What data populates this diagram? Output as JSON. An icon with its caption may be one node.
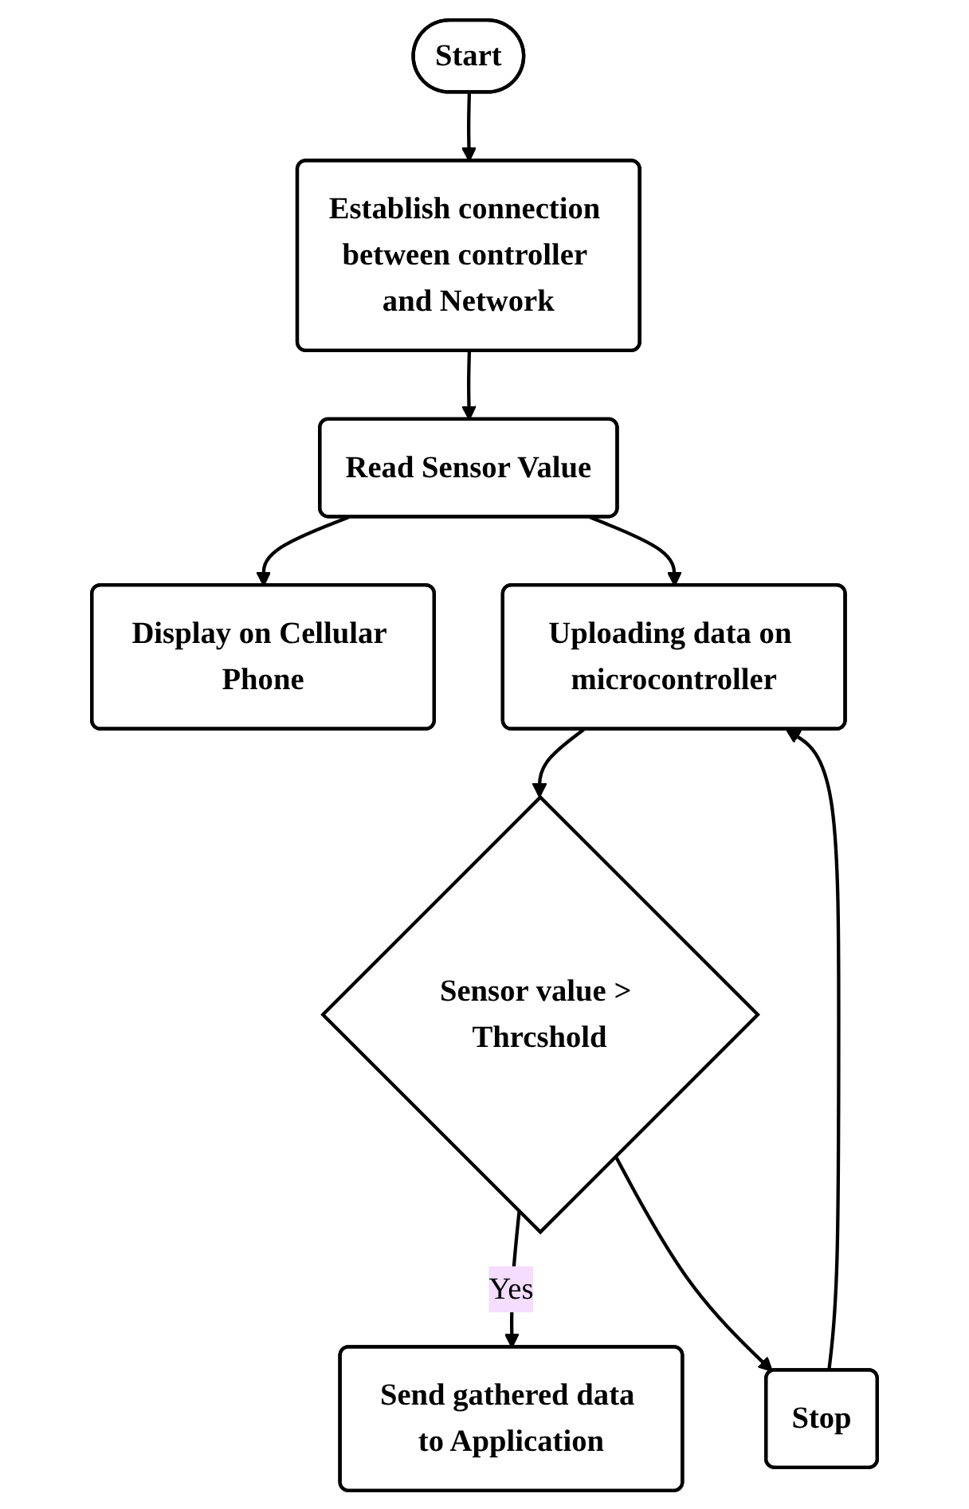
{
  "diagram": {
    "nodes": [
      {
        "text": [
          "Start"
        ]
      },
      {
        "text": [
          "Establish connection between controller and Network"
        ]
      },
      {
        "text": [
          "Read Sensor Value"
        ]
      },
      {
        "text": [
          "Display on Cellular Phone"
        ]
      },
      {
        "text": [
          "Uploading data on microcontroller"
        ]
      },
      {
        "text": [
          "Sensor value > Thrcshold"
        ]
      },
      {
        "text": [
          "Send gathered data to Application"
        ]
      },
      {
        "text": [
          "Stop"
        ]
      }
    ],
    "edges": [
      {
        "from": 0,
        "to": 1,
        "arrow": "to"
      },
      {
        "from": 1,
        "to": 2,
        "arrow": "to"
      },
      {
        "from": 2,
        "to": 3,
        "arrow": "to"
      },
      {
        "from": 2,
        "to": 4,
        "arrow": "to"
      },
      {
        "from": 4,
        "to": 5,
        "arrow": "to"
      },
      {
        "from": 5,
        "to": 6,
        "arrow": "to",
        "label": "Yes"
      },
      {
        "from": 5,
        "to": 7,
        "arrow": "to"
      },
      {
        "from": 7,
        "to": 4,
        "arrow": "to"
      }
    ]
  }
}
